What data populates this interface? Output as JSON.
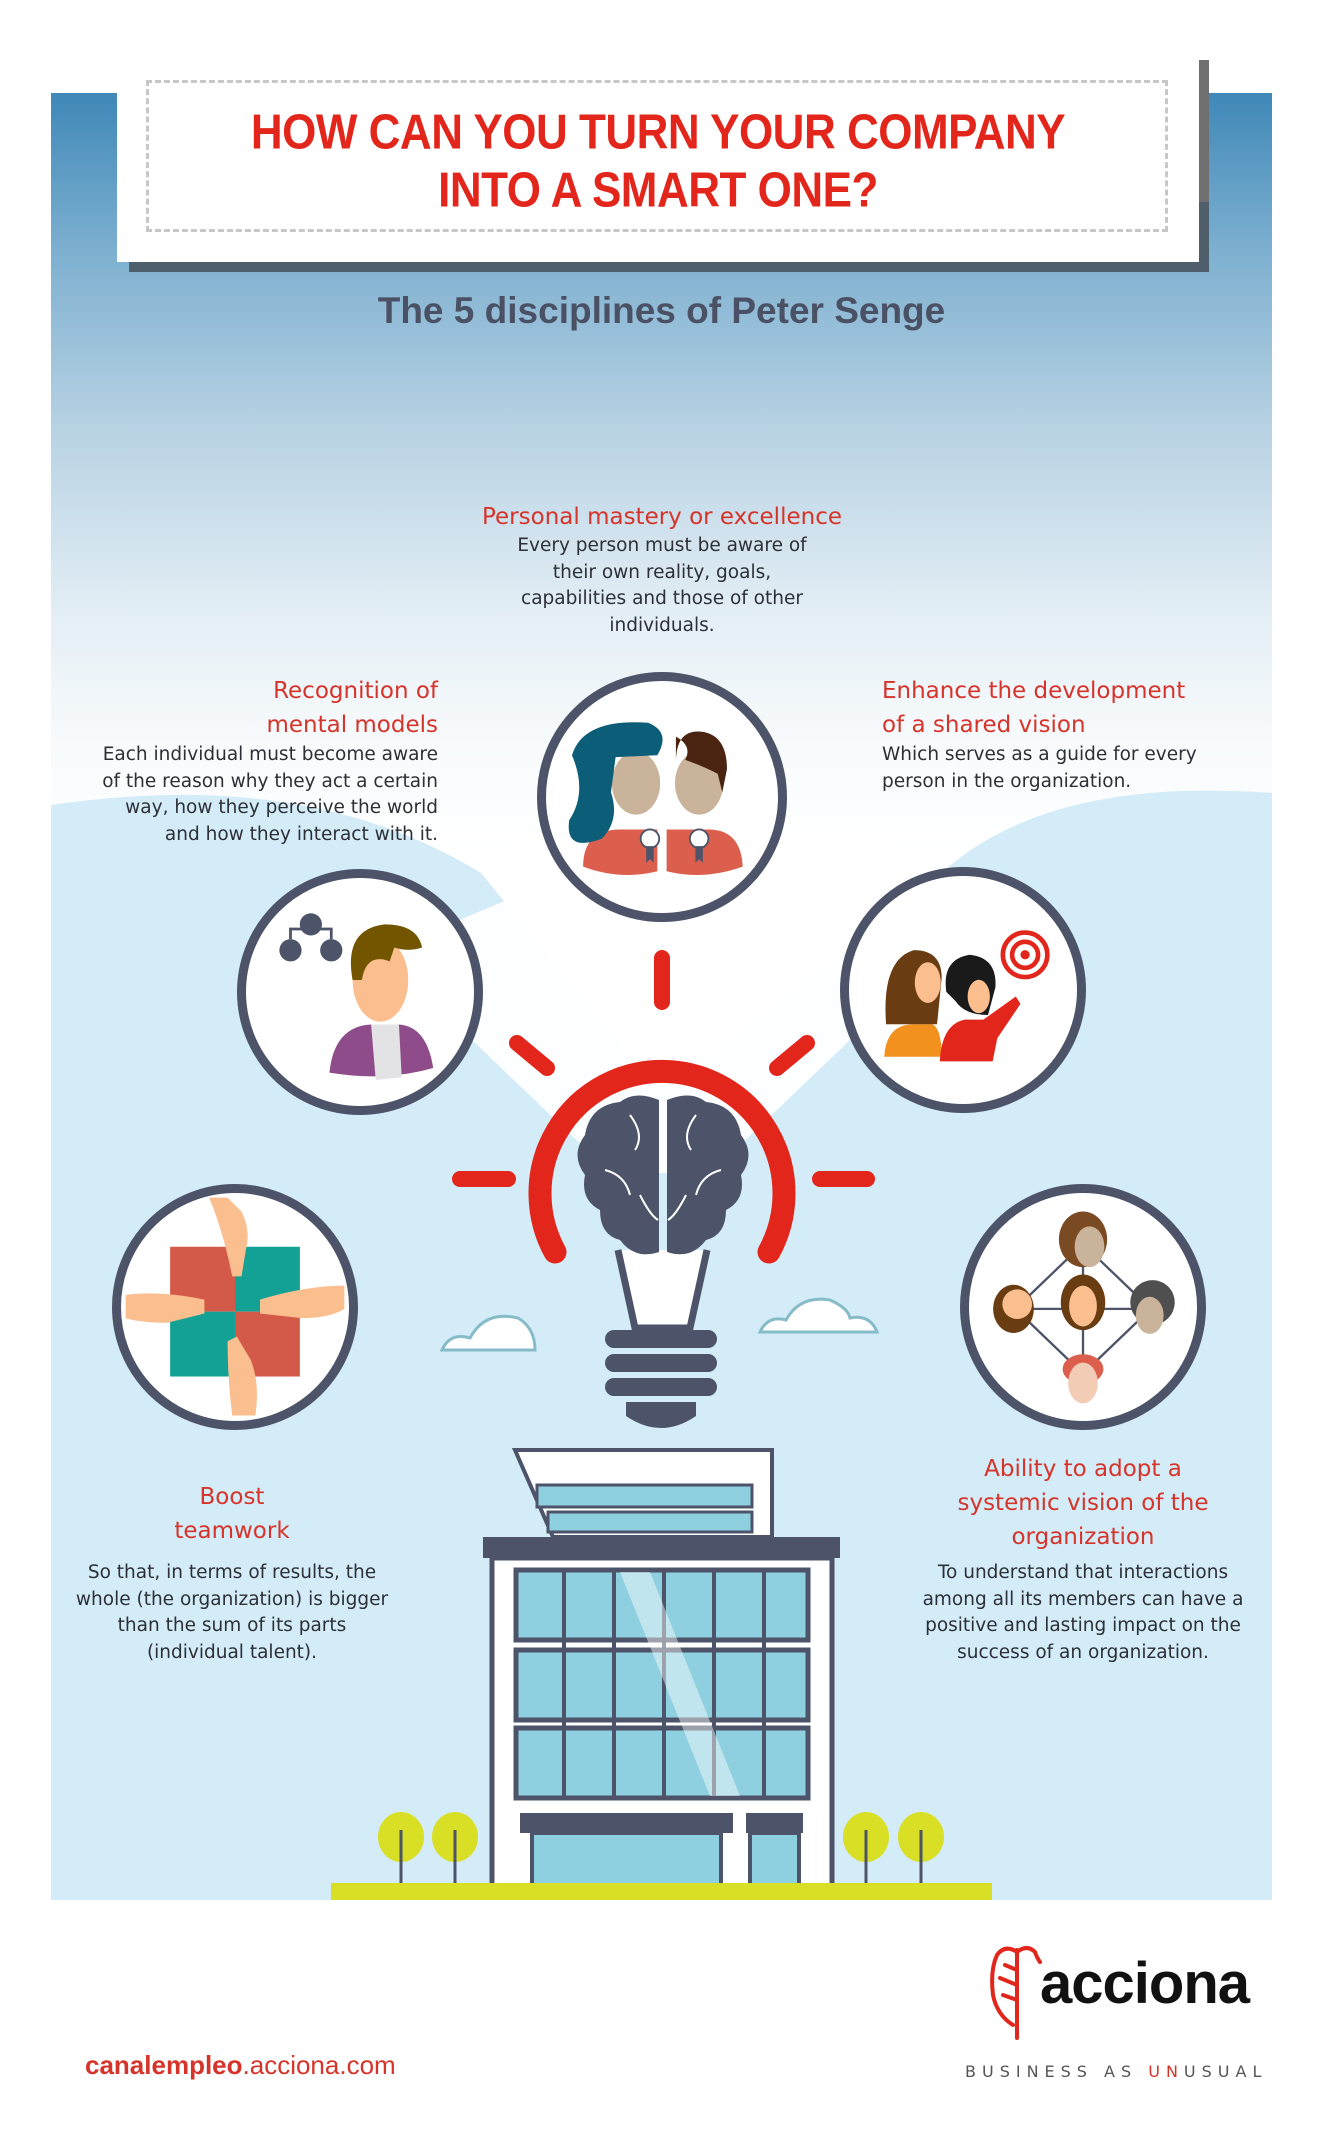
{
  "header": {
    "title_line_1": "HOW CAN YOU TURN YOUR COMPANY",
    "title_line_2": "INTO A SMART ONE?",
    "subtitle": "The 5 disciplines of Peter Senge"
  },
  "disciplines": [
    {
      "id": "personal-mastery",
      "heading": [
        "Personal mastery or excellence"
      ],
      "body": [
        "Every person must be aware of",
        "their own reality, goals,",
        "capabilities and those of other",
        "individuals."
      ],
      "icon": "two-people-award-icon"
    },
    {
      "id": "mental-models",
      "heading": [
        "Recognition of",
        "mental models"
      ],
      "body": [
        "Each individual must become aware",
        "of the reason why they act a certain",
        "way, how they perceive the world",
        "and how they interact with it."
      ],
      "icon": "person-hierarchy-icon"
    },
    {
      "id": "shared-vision",
      "heading": [
        "Enhance the development",
        "of a shared vision"
      ],
      "body": [
        "Which serves as a guide for every",
        "person in the organization."
      ],
      "icon": "people-target-icon"
    },
    {
      "id": "teamwork",
      "heading": [
        "Boost",
        "teamwork"
      ],
      "body": [
        "So that, in terms of results, the",
        "whole (the organization) is bigger",
        "than the sum of its parts",
        "(individual talent)."
      ],
      "icon": "hands-puzzle-icon"
    },
    {
      "id": "systemic-vision",
      "heading": [
        "Ability to adopt a",
        "systemic vision of the",
        "organization"
      ],
      "body": [
        "To understand that interactions",
        "among all its members can have a",
        "positive and lasting impact on the",
        "success of an organization."
      ],
      "icon": "people-network-icon"
    }
  ],
  "center_icon": "lightbulb-brain-icon",
  "footer": {
    "url_bold": "canalempleo",
    "url_rest": ".acciona.com",
    "logo_text": "acciona",
    "tagline_1": "BUSINESS AS ",
    "tagline_highlight": "UN",
    "tagline_2": "USUAL"
  },
  "colors": {
    "accent_red": "#e3261b",
    "heading_red": "#d6342a",
    "ring": "#4d5469",
    "sky_light": "#d3ecf8",
    "ground": "#d8df24",
    "window": "#8fd0e0"
  }
}
